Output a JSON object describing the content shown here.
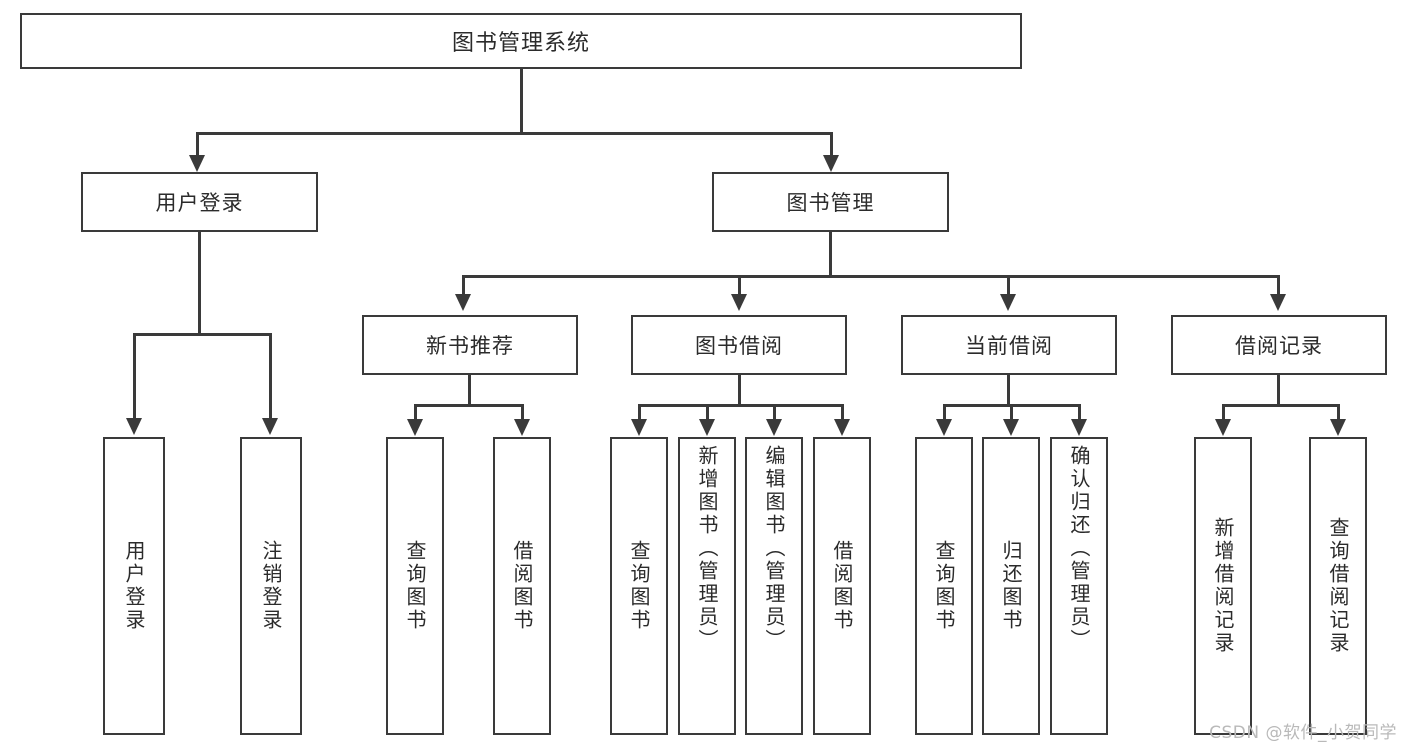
{
  "diagram": {
    "type": "tree-hierarchy",
    "root": {
      "label": "图书管理系统"
    },
    "level1": [
      {
        "label": "用户登录"
      },
      {
        "label": "图书管理"
      }
    ],
    "level2": [
      {
        "label": "新书推荐"
      },
      {
        "label": "图书借阅"
      },
      {
        "label": "当前借阅"
      },
      {
        "label": "借阅记录"
      }
    ],
    "leaves": {
      "user_login": [
        {
          "label": "用户登录"
        },
        {
          "label": "注销登录"
        }
      ],
      "new_book_recommend": [
        {
          "label": "查询图书"
        },
        {
          "label": "借阅图书"
        }
      ],
      "book_borrow": [
        {
          "label": "查询图书"
        },
        {
          "label": "新增图书（管理员）"
        },
        {
          "label": "编辑图书（管理员）"
        },
        {
          "label": "借阅图书"
        }
      ],
      "current_borrow": [
        {
          "label": "查询图书"
        },
        {
          "label": "归还图书"
        },
        {
          "label": "确认归还（管理员）"
        }
      ],
      "borrow_records": [
        {
          "label": "新增借阅记录"
        },
        {
          "label": "查询借阅记录"
        }
      ]
    }
  },
  "watermark": {
    "text": "CSDN @软件_小贺同学"
  },
  "colors": {
    "stroke": "#3a3a3a",
    "text": "#2b2b2b",
    "background": "#ffffff",
    "watermark": "#b9b9b9"
  }
}
